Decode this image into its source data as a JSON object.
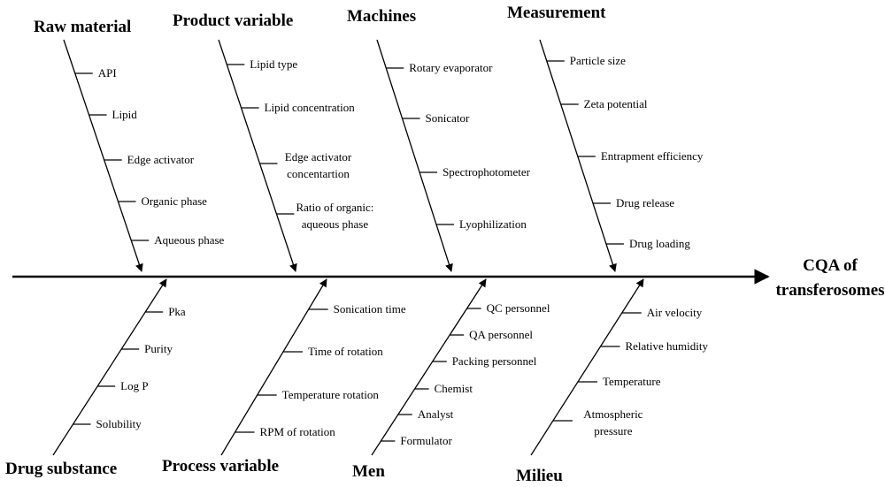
{
  "effect": {
    "line1": "CQA of",
    "line2": "transferosomes"
  },
  "top_categories": [
    {
      "name": "Raw material",
      "causes": [
        [
          "API"
        ],
        [
          "Lipid"
        ],
        [
          "Edge activator"
        ],
        [
          "Organic phase"
        ],
        [
          "Aqueous phase"
        ]
      ]
    },
    {
      "name": "Product variable",
      "causes": [
        [
          "Lipid type"
        ],
        [
          "Lipid concentration"
        ],
        [
          "Edge activator",
          "concentartion"
        ],
        [
          "Ratio of organic:",
          "aqueous phase"
        ]
      ]
    },
    {
      "name": "Machines",
      "causes": [
        [
          "Rotary evaporator"
        ],
        [
          "Sonicator"
        ],
        [
          "Spectrophotometer"
        ],
        [
          "Lyophilization"
        ]
      ]
    },
    {
      "name": "Measurement",
      "causes": [
        [
          "Particle size"
        ],
        [
          "Zeta potential"
        ],
        [
          "Entrapment  efficiency"
        ],
        [
          "Drug release"
        ],
        [
          "Drug loading"
        ]
      ]
    }
  ],
  "bottom_categories": [
    {
      "name": "Drug substance",
      "causes": [
        [
          "Pka"
        ],
        [
          "Purity"
        ],
        [
          "Log P"
        ],
        [
          "Solubility"
        ]
      ]
    },
    {
      "name": "Process variable",
      "causes": [
        [
          "Sonication  time"
        ],
        [
          "Time  of rotation"
        ],
        [
          "Temperature rotation"
        ],
        [
          "RPM of rotation"
        ]
      ]
    },
    {
      "name": "Men",
      "causes": [
        [
          "QC personnel"
        ],
        [
          "QA personnel"
        ],
        [
          "Packing personnel"
        ],
        [
          "Chemist"
        ],
        [
          "Analyst"
        ],
        [
          "Formulator"
        ]
      ]
    },
    {
      "name": "Milieu",
      "causes": [
        [
          "Air velocity"
        ],
        [
          "Relative  humidity"
        ],
        [
          "Temperature"
        ],
        [
          "Atmospheric",
          "pressure"
        ]
      ]
    }
  ]
}
